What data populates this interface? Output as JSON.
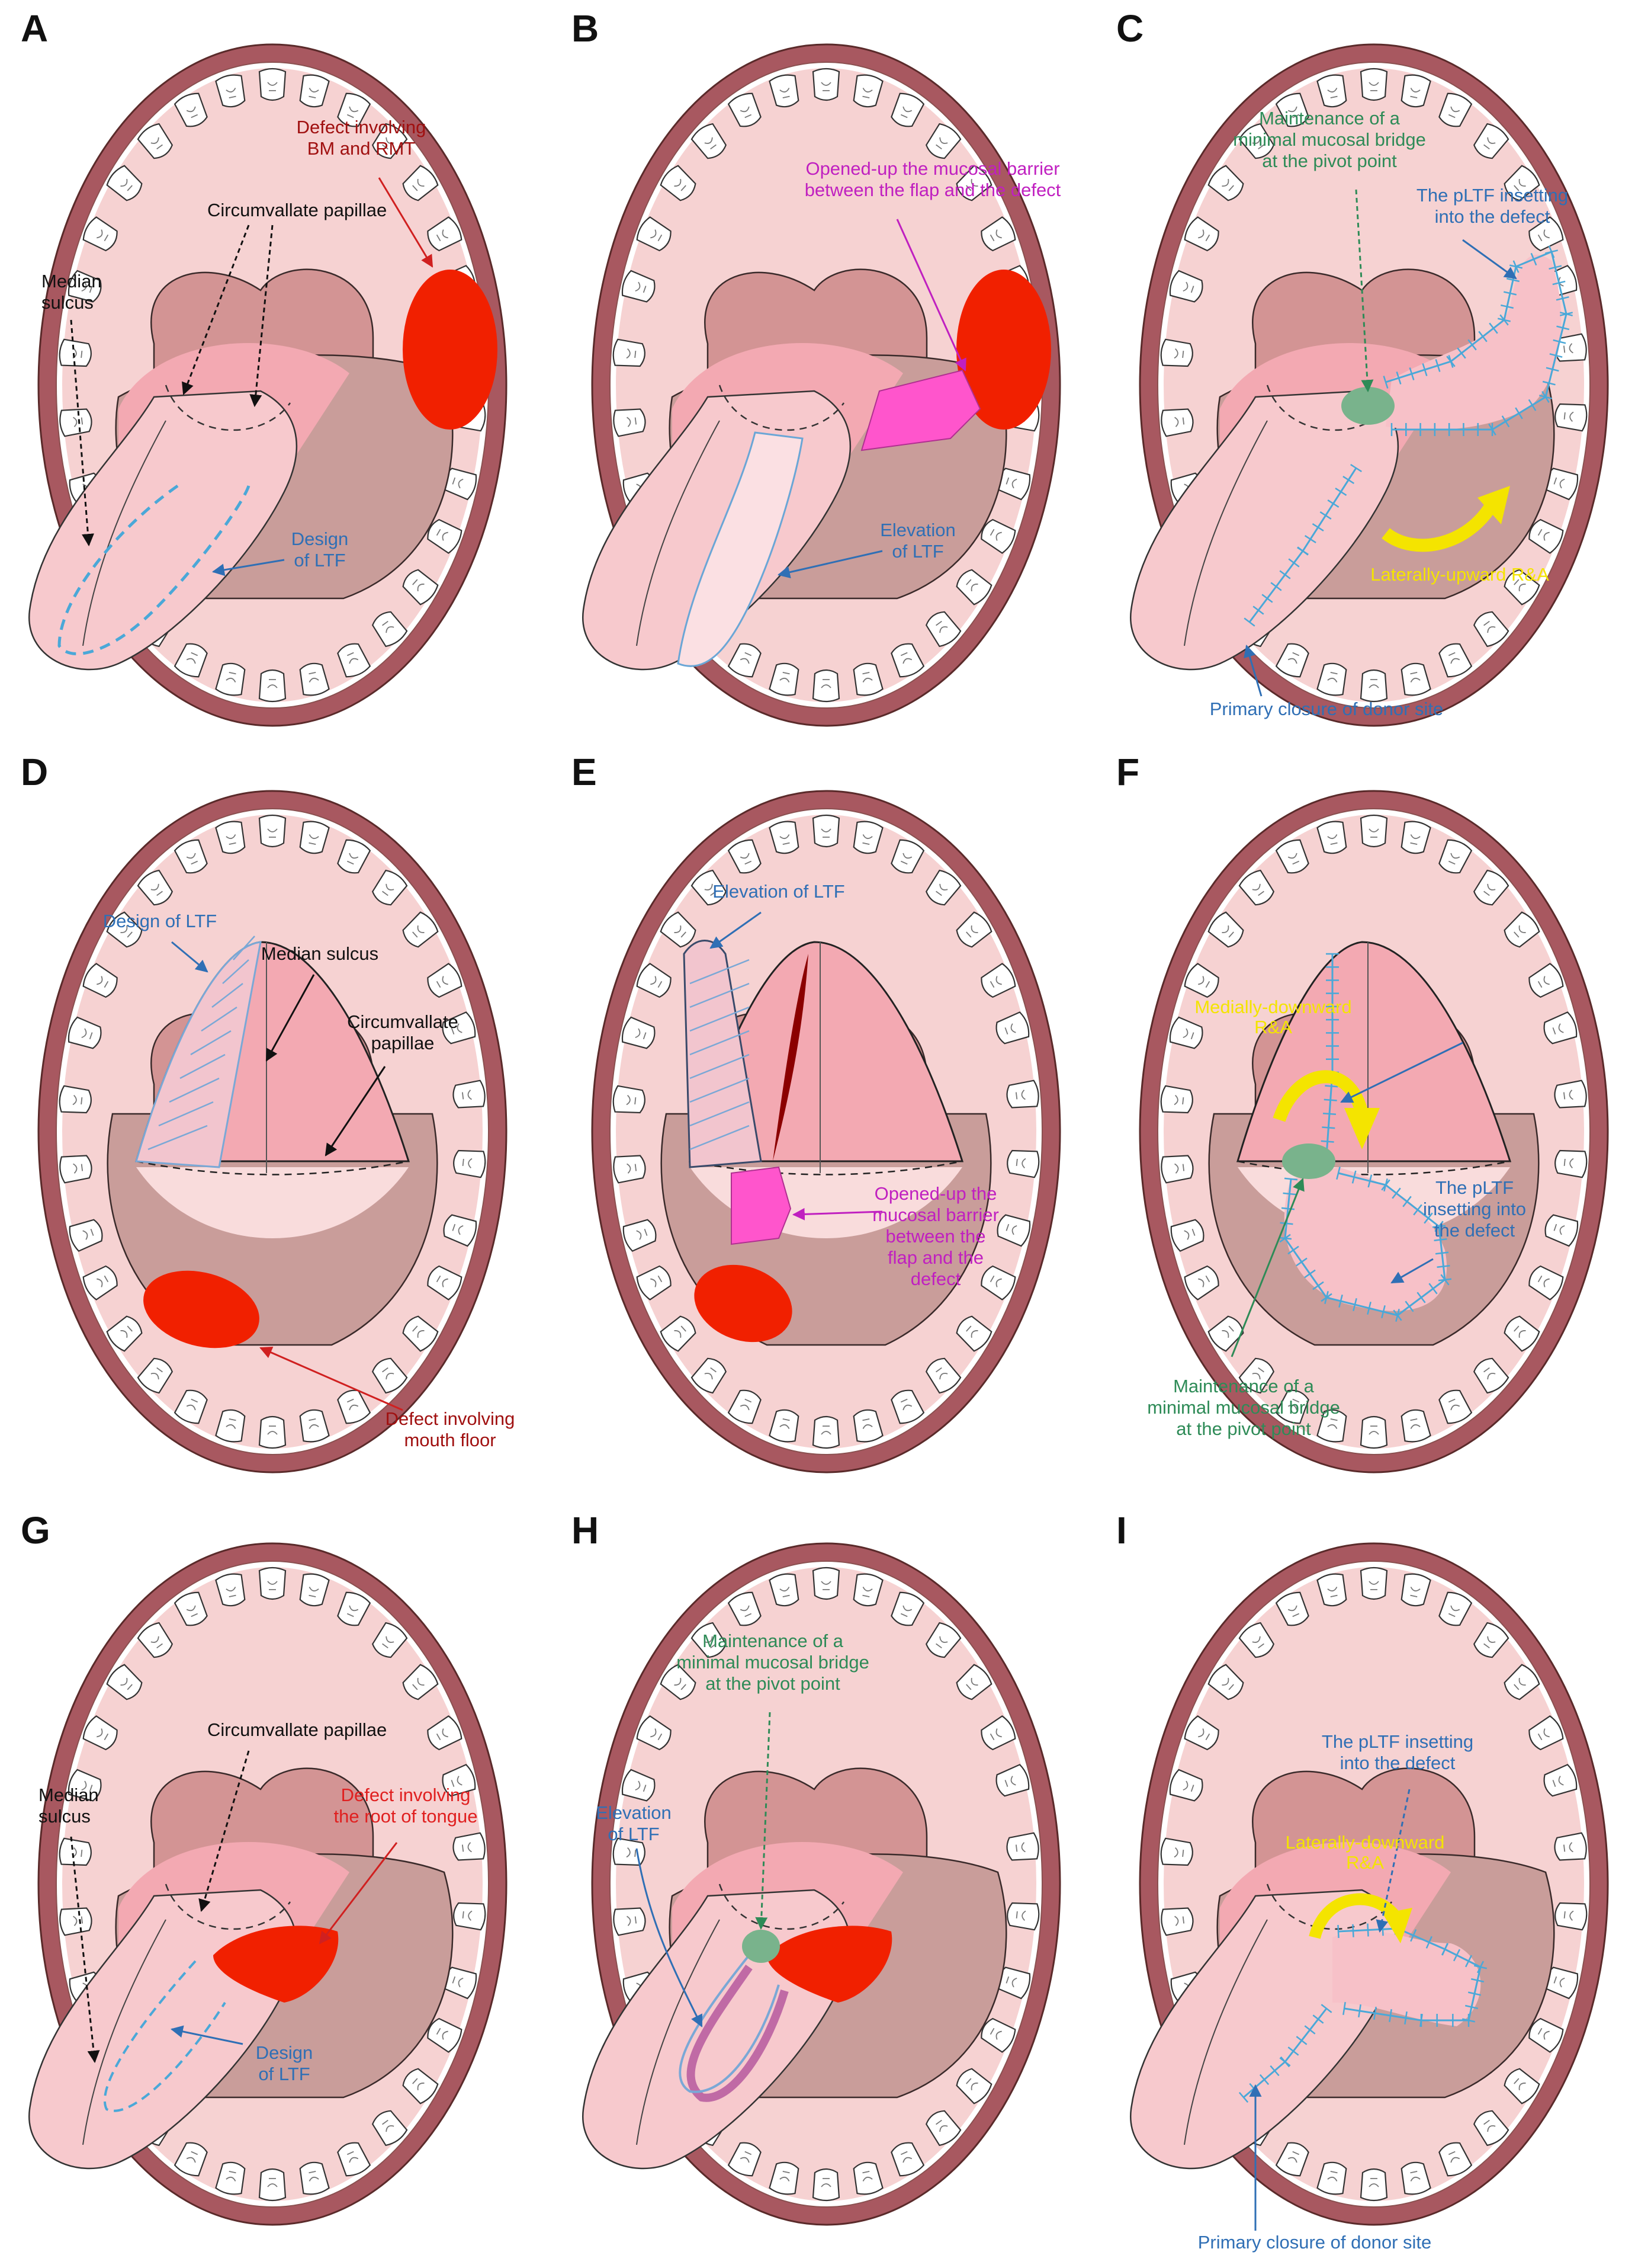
{
  "colors": {
    "lip": "#a85860",
    "lip_outline": "#5a2a2a",
    "mouth": "#f6d2d2",
    "tonsil": "#d39494",
    "floor": "#c99d9a",
    "tongue": "#f7c9cd",
    "tongue_dark": "#f3a9b2",
    "defect": "#f12000",
    "pink_magenta": "#ff55cc",
    "black_text": "#111111",
    "red_text": "#a01010",
    "bright_red_text": "#e02020",
    "magenta_text": "#c020c0",
    "green_text": "#2e8b57",
    "blue_text": "#2f6fb5",
    "yellow": "#f4e400",
    "suture": "#4aa8d8",
    "bridge": "#79b38c"
  },
  "panels": [
    {
      "letter": "A",
      "labels": {
        "defect": [
          "Defect involving",
          "BM and RMT"
        ],
        "papillae": "Circumvallate papillae",
        "sulcus": [
          "Median",
          "sulcus"
        ],
        "design": [
          "Design",
          "of LTF"
        ]
      }
    },
    {
      "letter": "B",
      "labels": {
        "barrier": [
          "Opened-up the mucosal barrier",
          "between the flap and the defect"
        ],
        "elevation": [
          "Elevation",
          "of LTF"
        ]
      }
    },
    {
      "letter": "C",
      "labels": {
        "bridge": [
          "Maintenance of a",
          "minimal mucosal bridge",
          "at the pivot point"
        ],
        "inset": [
          "The pLTF insetting",
          "into the defect"
        ],
        "rotation": "Laterally-upward R&A",
        "closure": "Primary closure of donor site"
      }
    },
    {
      "letter": "D",
      "labels": {
        "design": "Design of LTF",
        "sulcus": "Median sulcus",
        "papillae": [
          "Circumvallate",
          "papillae"
        ],
        "defect": [
          "Defect involving",
          "mouth floor"
        ]
      }
    },
    {
      "letter": "E",
      "labels": {
        "elevation": "Elevation of LTF",
        "barrier": [
          "Opened-up the",
          "mucosal barrier",
          "between the",
          "flap and the",
          "defect"
        ]
      }
    },
    {
      "letter": "F",
      "labels": {
        "rotation": [
          "Medially-downward",
          "R&A"
        ],
        "inset": [
          "The pLTF",
          "insetting into",
          "the defect"
        ],
        "bridge": [
          "Maintenance of a",
          "minimal mucosal bridge",
          "at the pivot point"
        ]
      }
    },
    {
      "letter": "G",
      "labels": {
        "papillae": "Circumvallate papillae",
        "sulcus": [
          "Median",
          "sulcus"
        ],
        "defect": [
          "Defect involving",
          "the root of tongue"
        ],
        "design": [
          "Design",
          "of LTF"
        ]
      }
    },
    {
      "letter": "H",
      "labels": {
        "bridge": [
          "Maintenance of a",
          "minimal mucosal bridge",
          "at the pivot point"
        ],
        "elevation": [
          "Elevation",
          "of LTF"
        ]
      }
    },
    {
      "letter": "I",
      "labels": {
        "inset": [
          "The pLTF insetting",
          "into the defect"
        ],
        "rotation": [
          "Laterally-downward",
          "R&A"
        ],
        "closure": "Primary closure of donor site"
      }
    }
  ]
}
